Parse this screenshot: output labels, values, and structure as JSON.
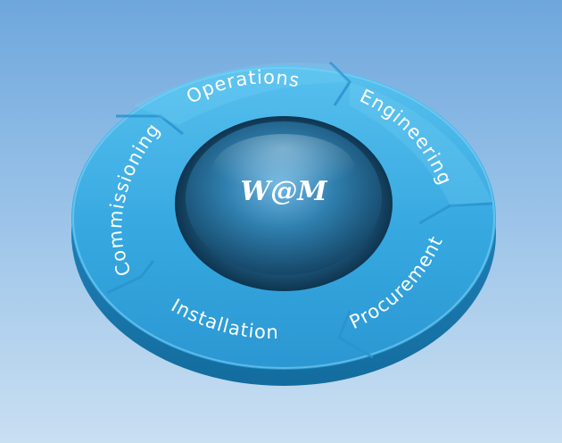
{
  "diagram": {
    "hub": {
      "label": "W@M"
    },
    "segments": [
      {
        "id": "operations",
        "label": "Operations"
      },
      {
        "id": "engineering",
        "label": "Engineering"
      },
      {
        "id": "procurement",
        "label": "Procurement"
      },
      {
        "id": "installation",
        "label": "Installation"
      },
      {
        "id": "commissioning",
        "label": "Commissioning"
      }
    ],
    "colors": {
      "background_top": "#6ea7dd",
      "background_bottom": "#c9dff2",
      "ring": "#36a8e0",
      "ring_edge": "#1b7fb8",
      "hub": "#1f5f86",
      "text": "#ffffff"
    }
  }
}
